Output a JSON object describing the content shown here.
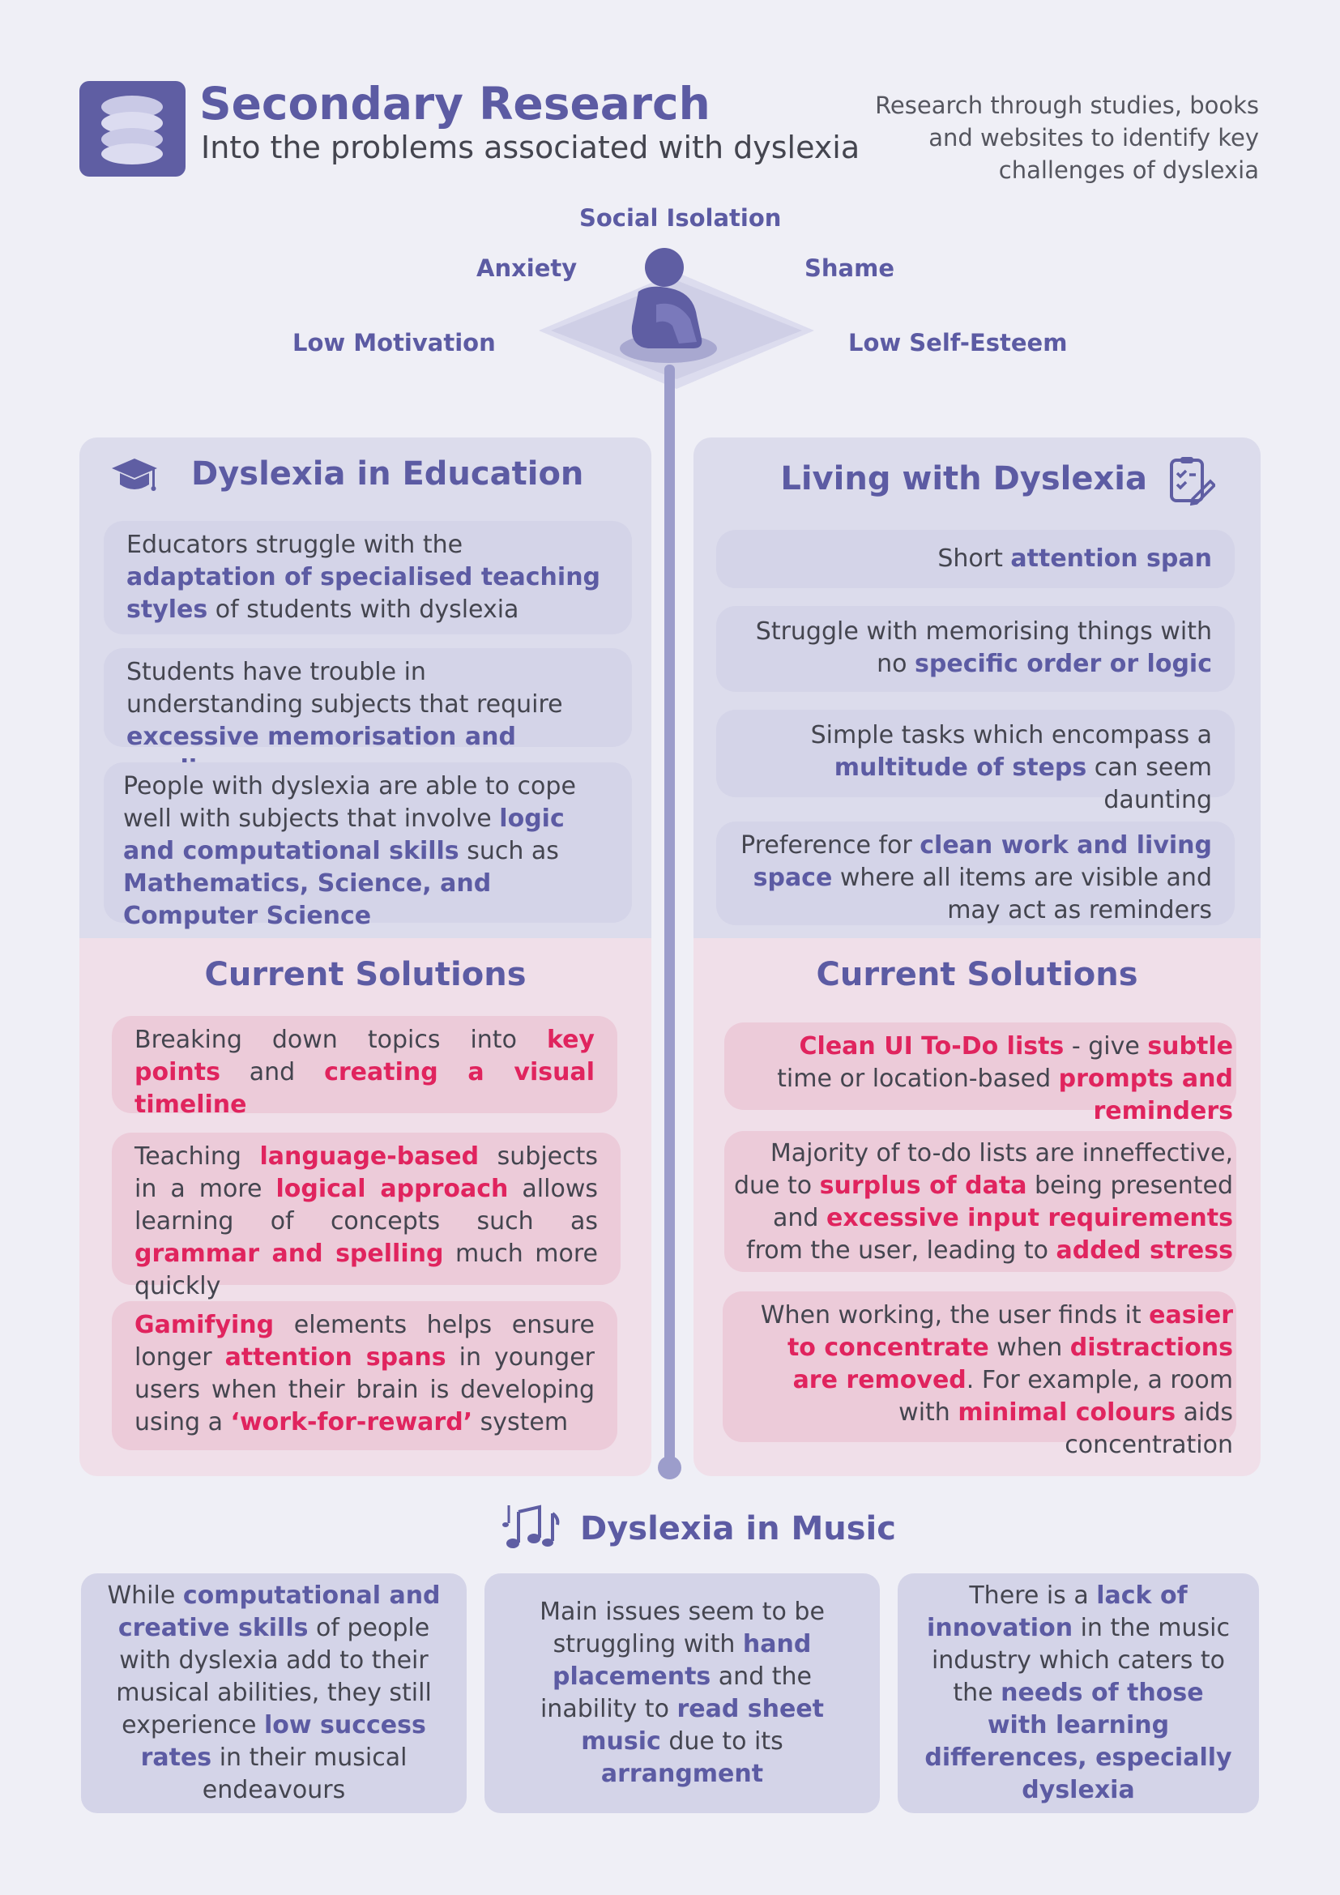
{
  "header": {
    "title": "Secondary Research",
    "subtitle": "Into the problems associated with dyslexia",
    "intro": "Research through studies, books and websites to identify key challenges of dyslexia",
    "logo_icon": "layers-icon"
  },
  "emotions": {
    "social_isolation": "Social Isolation",
    "anxiety": "Anxiety",
    "shame": "Shame",
    "low_motivation": "Low Motivation",
    "low_self_esteem": "Low Self-Esteem",
    "figure_icon": "sitting-person-icon"
  },
  "education": {
    "title": "Dyslexia in Education",
    "icon": "graduation-cap-icon",
    "cards": [
      [
        {
          "t": "Educators struggle with the "
        },
        {
          "t": "adaptation of specialised teaching styles",
          "h": 1
        },
        {
          "t": " of students with dyslexia"
        }
      ],
      [
        {
          "t": "Students have trouble in understanding subjects that require "
        },
        {
          "t": "excessive memorisation and reading",
          "h": 1
        }
      ],
      [
        {
          "t": "People with dyslexia are able to cope well with subjects that involve "
        },
        {
          "t": "logic and computational skills",
          "h": 1
        },
        {
          "t": " such as "
        },
        {
          "t": "Mathematics, Science, and Computer Science",
          "h": 1
        }
      ]
    ]
  },
  "living": {
    "title": "Living with Dyslexia",
    "icon": "checklist-edit-icon",
    "cards": [
      [
        {
          "t": "Short "
        },
        {
          "t": "attention span",
          "h": 1
        }
      ],
      [
        {
          "t": "Struggle with memorising things with no "
        },
        {
          "t": "specific order or logic",
          "h": 1
        }
      ],
      [
        {
          "t": "Simple tasks which encompass a "
        },
        {
          "t": "multitude of steps",
          "h": 1
        },
        {
          "t": " can seem daunting"
        }
      ],
      [
        {
          "t": "Preference for "
        },
        {
          "t": "clean work and living space",
          "h": 1
        },
        {
          "t": " where all items are visible and may act as reminders"
        }
      ]
    ]
  },
  "education_solutions": {
    "title": "Current Solutions",
    "cards": [
      [
        {
          "t": "Breaking down topics into "
        },
        {
          "t": "key points",
          "h": 2
        },
        {
          "t": " and "
        },
        {
          "t": "creating a visual timeline",
          "h": 2
        }
      ],
      [
        {
          "t": "Teaching "
        },
        {
          "t": "language-based",
          "h": 2
        },
        {
          "t": " subjects in a more "
        },
        {
          "t": "logical approach",
          "h": 2
        },
        {
          "t": " allows learning of concepts such as "
        },
        {
          "t": "grammar and spelling",
          "h": 2
        },
        {
          "t": " much more quickly"
        }
      ],
      [
        {
          "t": "Gamifying",
          "h": 2
        },
        {
          "t": " elements helps ensure longer "
        },
        {
          "t": "attention spans",
          "h": 2
        },
        {
          "t": " in younger users when their brain is developing using a "
        },
        {
          "t": "‘work-for-reward’",
          "h": 2
        },
        {
          "t": " system"
        }
      ]
    ]
  },
  "living_solutions": {
    "title": "Current Solutions",
    "cards": [
      [
        {
          "t": "Clean UI To-Do lists",
          "h": 2
        },
        {
          "t": " - give "
        },
        {
          "t": "subtle",
          "h": 2
        },
        {
          "t": " time or location-based "
        },
        {
          "t": "prompts and reminders",
          "h": 2
        }
      ],
      [
        {
          "t": "Majority of to-do lists are inneffective, due to "
        },
        {
          "t": "surplus of data",
          "h": 2
        },
        {
          "t": " being presented and "
        },
        {
          "t": "excessive input requirements",
          "h": 2
        },
        {
          "t": " from the user, leading to "
        },
        {
          "t": "added stress",
          "h": 2
        }
      ],
      [
        {
          "t": "When working, the user finds it "
        },
        {
          "t": "easier to concentrate",
          "h": 2
        },
        {
          "t": " when "
        },
        {
          "t": "distractions are removed",
          "h": 2
        },
        {
          "t": ". For example, a room with "
        },
        {
          "t": "minimal colours",
          "h": 2
        },
        {
          "t": " aids concentration"
        }
      ]
    ]
  },
  "music": {
    "title": "Dyslexia in Music",
    "icon": "music-notes-icon",
    "cards": [
      [
        {
          "t": "While "
        },
        {
          "t": "computational and creative skills",
          "h": 1
        },
        {
          "t": " of people with dyslexia add to their musical abilities, they still experience "
        },
        {
          "t": "low success rates",
          "h": 1
        },
        {
          "t": " in their musical endeavours"
        }
      ],
      [
        {
          "t": "Main issues seem to be struggling with "
        },
        {
          "t": "hand placements",
          "h": 1
        },
        {
          "t": " and the inability to "
        },
        {
          "t": "read sheet music",
          "h": 1
        },
        {
          "t": " due to its "
        },
        {
          "t": "arrangment",
          "h": 1
        }
      ],
      [
        {
          "t": "There is a "
        },
        {
          "t": "lack of innovation",
          "h": 1
        },
        {
          "t": " in the music industry which caters to the "
        },
        {
          "t": "needs of those with learning differences, especially dyslexia",
          "h": 1
        }
      ]
    ]
  },
  "colors": {
    "accent": "#5c5ba3",
    "highlight": "#e0245e",
    "background": "#efeff6",
    "panel": "#dcdcec",
    "solution_panel": "#f0dfe9"
  }
}
